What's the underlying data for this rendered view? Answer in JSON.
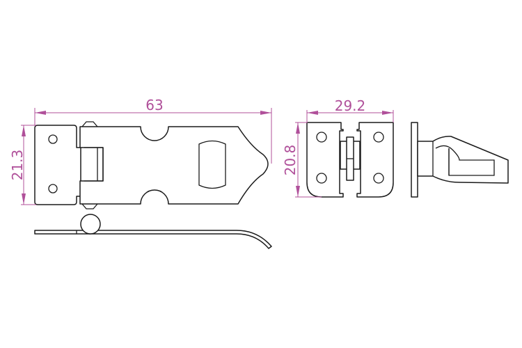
{
  "drawing": {
    "dimensions": {
      "hasp_length": "63",
      "hasp_width": "21.3",
      "staple_width": "29.2",
      "staple_height": "20.8"
    },
    "colors": {
      "dimension": "#b0509a",
      "outline": "#1a1a1a"
    }
  }
}
